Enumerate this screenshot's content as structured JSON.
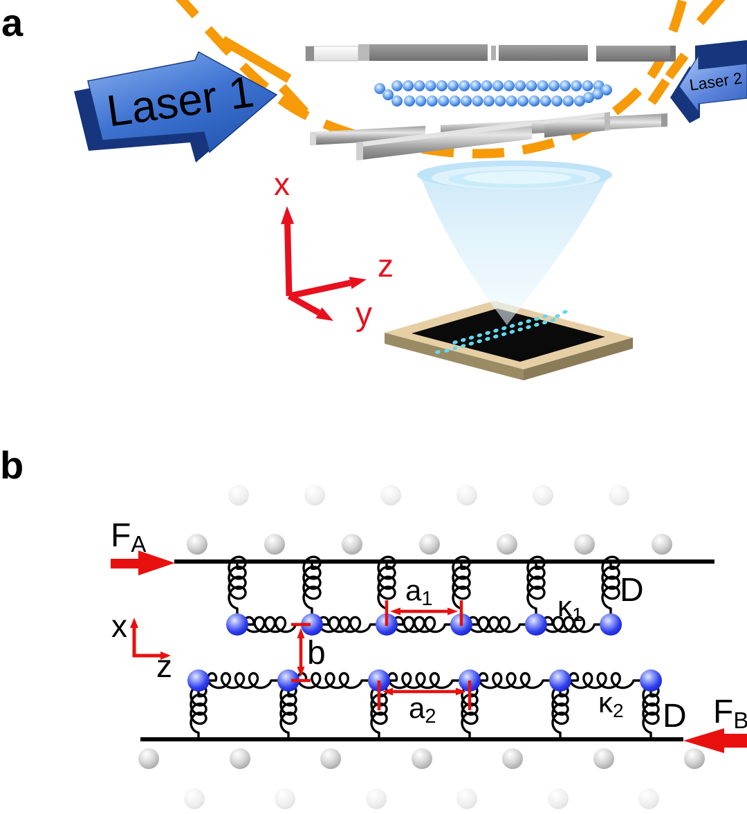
{
  "figure": {
    "panel_a_label": "a",
    "panel_b_label": "b"
  },
  "panel_a": {
    "laser1_label": "Laser 1",
    "laser2_label": "Laser 2",
    "axis_x": "x",
    "axis_y": "y",
    "axis_z": "z"
  },
  "panel_b": {
    "force_left": {
      "base": "F",
      "sub": "A"
    },
    "force_right": {
      "base": "F",
      "sub": "B"
    },
    "spacing_top": {
      "base": "a",
      "sub": "1"
    },
    "spacing_bottom": {
      "base": "a",
      "sub": "2"
    },
    "coupling_top": {
      "base": "κ",
      "sub": "1"
    },
    "coupling_bottom": {
      "base": "κ",
      "sub": "2"
    },
    "substrate_spring_top": "D",
    "substrate_spring_bottom": "D",
    "row_distance": "b",
    "axis_x": "x",
    "axis_z": "z"
  },
  "colors": {
    "accent_red": "#e8100e",
    "laser_orange": "#f79a07",
    "ion_blue": "#2240e0",
    "electrode_gray": "#8a8a8a",
    "substrate_tan": "#e7cfa5",
    "cone_blue": "#bfe3f7",
    "image_dots_cyan": "#62d9f2"
  }
}
